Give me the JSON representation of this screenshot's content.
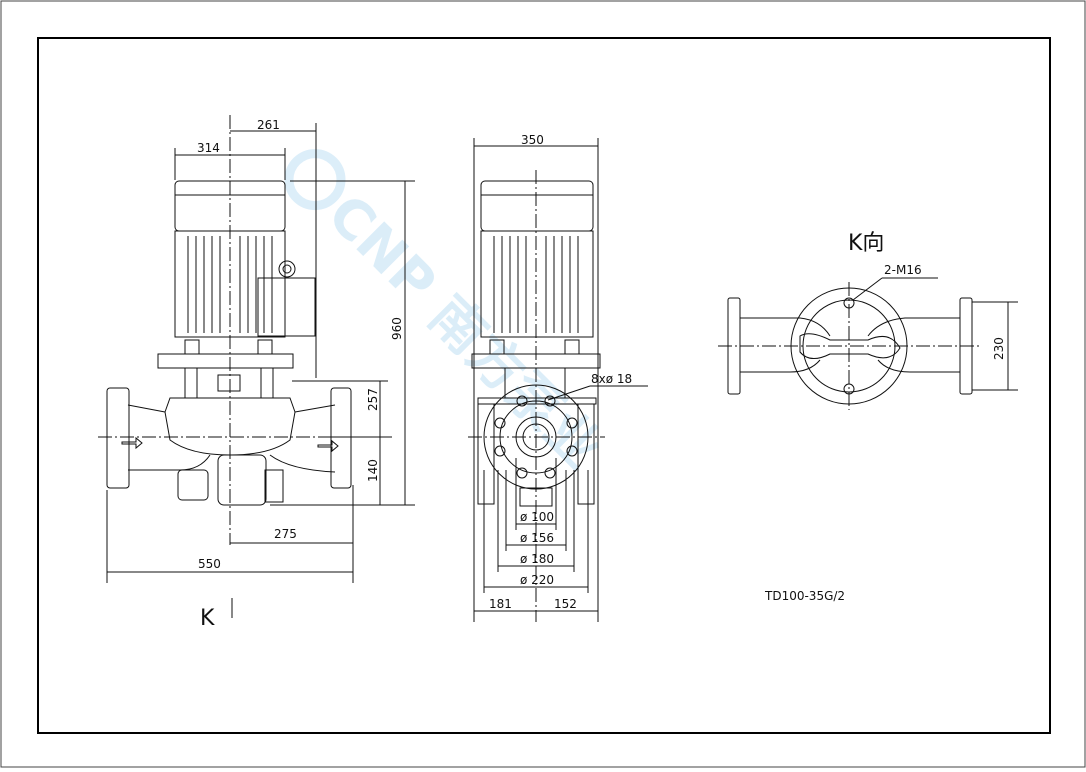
{
  "drawing": {
    "model": "TD100-35G/2",
    "watermark": "CNP 南方泵业"
  },
  "front_view": {
    "dims": {
      "top_261": "261",
      "top_314": "314",
      "height_960": "960",
      "height_257": "257",
      "height_140": "140",
      "bottom_275": "275",
      "bottom_550": "550"
    },
    "view_arrow_label": "K"
  },
  "side_view": {
    "dims": {
      "width_350": "350",
      "bolts": "8xø 18",
      "d100": "ø 100",
      "d156": "ø 156",
      "d180": "ø 180",
      "d220": "ø 220",
      "left_181": "181",
      "right_152": "152"
    }
  },
  "k_view": {
    "title": "K向",
    "bolts": "2-M16",
    "height_230": "230"
  },
  "colors": {
    "line": "#111111",
    "frame": "#000000",
    "watermark": "#bfe0f4"
  }
}
